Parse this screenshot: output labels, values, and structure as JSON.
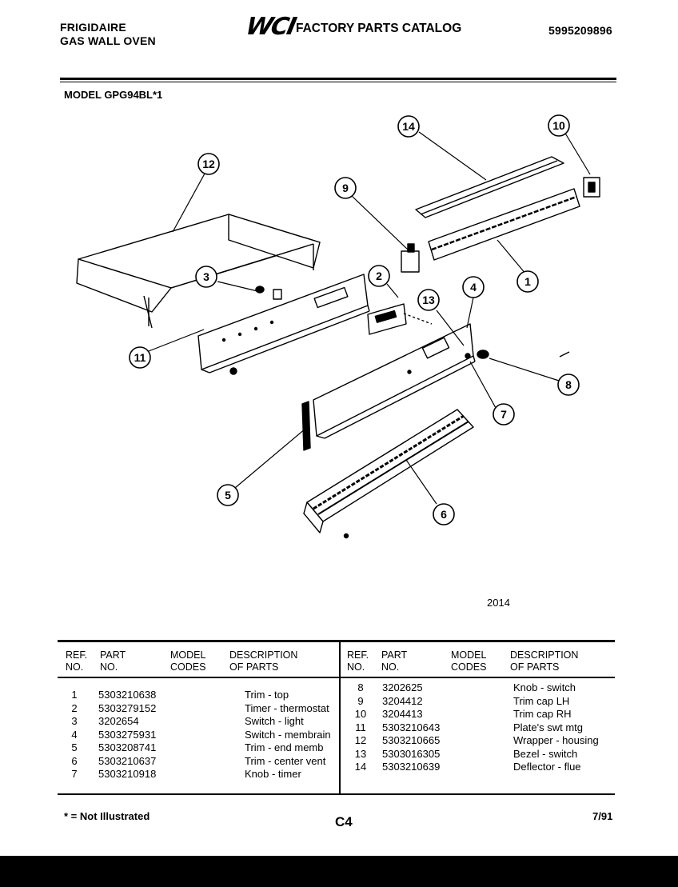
{
  "header": {
    "brand": "FRIGIDAIRE",
    "product": "GAS WALL OVEN",
    "logo": "WCI",
    "catalog_title": "FACTORY PARTS CATALOG",
    "catalog_number": "5995209896",
    "model": "MODEL GPG94BL*1"
  },
  "diagram": {
    "figure_number": "2014",
    "callouts": [
      "1",
      "2",
      "3",
      "4",
      "5",
      "6",
      "7",
      "8",
      "9",
      "10",
      "11",
      "12",
      "13",
      "14"
    ]
  },
  "table": {
    "headers": {
      "ref_line1": "REF.",
      "ref_line2": "NO.",
      "part_line1": "PART",
      "part_line2": "NO.",
      "model_line1": "MODEL",
      "model_line2": "CODES",
      "desc_line1": "DESCRIPTION",
      "desc_line2": "OF PARTS"
    },
    "left_rows": [
      {
        "ref": "1",
        "part": "5303210638",
        "desc": "Trim - top"
      },
      {
        "ref": "2",
        "part": "5303279152",
        "desc": "Timer - thermostat"
      },
      {
        "ref": "3",
        "part": "3202654",
        "desc": "Switch - light"
      },
      {
        "ref": "4",
        "part": "5303275931",
        "desc": "Switch - membrain"
      },
      {
        "ref": "5",
        "part": "5303208741",
        "desc": "Trim - end memb"
      },
      {
        "ref": "6",
        "part": "5303210637",
        "desc": "Trim - center vent"
      },
      {
        "ref": "7",
        "part": "5303210918",
        "desc": "Knob - timer"
      }
    ],
    "right_rows": [
      {
        "ref": "8",
        "part": "3202625",
        "desc": "Knob - switch"
      },
      {
        "ref": "9",
        "part": "3204412",
        "desc": "Trim cap LH"
      },
      {
        "ref": "10",
        "part": "3204413",
        "desc": "Trim cap RH"
      },
      {
        "ref": "11",
        "part": "5303210643",
        "desc": "Plate's swt mtg"
      },
      {
        "ref": "12",
        "part": "5303210665",
        "desc": "Wrapper - housing"
      },
      {
        "ref": "13",
        "part": "5303016305",
        "desc": "Bezel - switch"
      },
      {
        "ref": "14",
        "part": "5303210639",
        "desc": "Deflector - flue"
      }
    ]
  },
  "footer": {
    "note": "* = Not Illustrated",
    "page": "C4",
    "date": "7/91"
  }
}
